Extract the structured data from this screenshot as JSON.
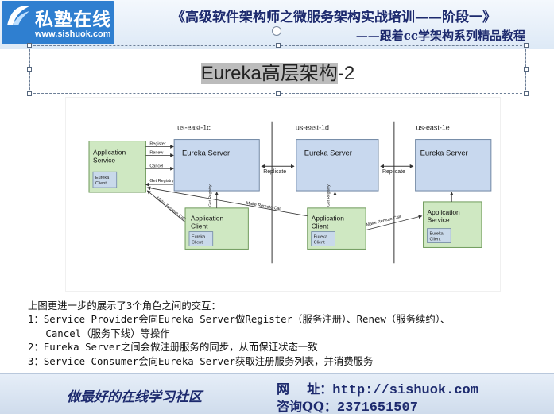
{
  "header": {
    "logo_name": "私塾在线",
    "logo_url": "www.sishuok.com",
    "title": "《高级软件架构师之微服务架构实战培训——阶段一》",
    "subtitle": "——跟着cc学架构系列精品教程"
  },
  "slide": {
    "title_highlight": "Eureka高层架构",
    "title_rest": "-2"
  },
  "diagram": {
    "zones": [
      "us-east-1c",
      "us-east-1d",
      "us-east-1e"
    ],
    "left_service": {
      "title_line1": "Application",
      "title_line2": "Service",
      "client_line1": "Eureka",
      "client_line2": "Client"
    },
    "servers": [
      "Eureka Server",
      "Eureka Server",
      "Eureka Server"
    ],
    "ops": [
      "Register",
      "Renew",
      "Cancel",
      "Get Registry"
    ],
    "replicate": [
      "Replicate",
      "Replicate"
    ],
    "clients": [
      {
        "title_line1": "Application",
        "title_line2": "Client",
        "client_line1": "Eureka",
        "client_line2": "Client"
      },
      {
        "title_line1": "Application",
        "title_line2": "Client",
        "client_line1": "Eureka",
        "client_line2": "Client"
      }
    ],
    "right_service": {
      "title_line1": "Application",
      "title_line2": "Service",
      "client_line1": "Eureka",
      "client_line2": "Client"
    },
    "get_registry": "Get Registry",
    "make_remote_call": [
      "Make Remote Call",
      "Make Remote Call",
      "Make Remote Call"
    ]
  },
  "body": {
    "intro": "上图更进一步的展示了3个角色之间的交互：",
    "item1_line1": "1：Service Provider会向Eureka Server做Register（服务注册）、Renew（服务续约）、",
    "item1_line2": "   Cancel（服务下线）等操作",
    "item2": "2：Eureka Server之间会做注册服务的同步，从而保证状态一致",
    "item3": "3：Service Consumer会向Eureka Server获取注册服务列表，并消费服务"
  },
  "footer": {
    "slogan": "做最好的在线学习社区",
    "site_label": "网    址：",
    "site_value": "http://sishuok.com",
    "qq_label": "咨询QQ：",
    "qq_value": "2371651507"
  }
}
